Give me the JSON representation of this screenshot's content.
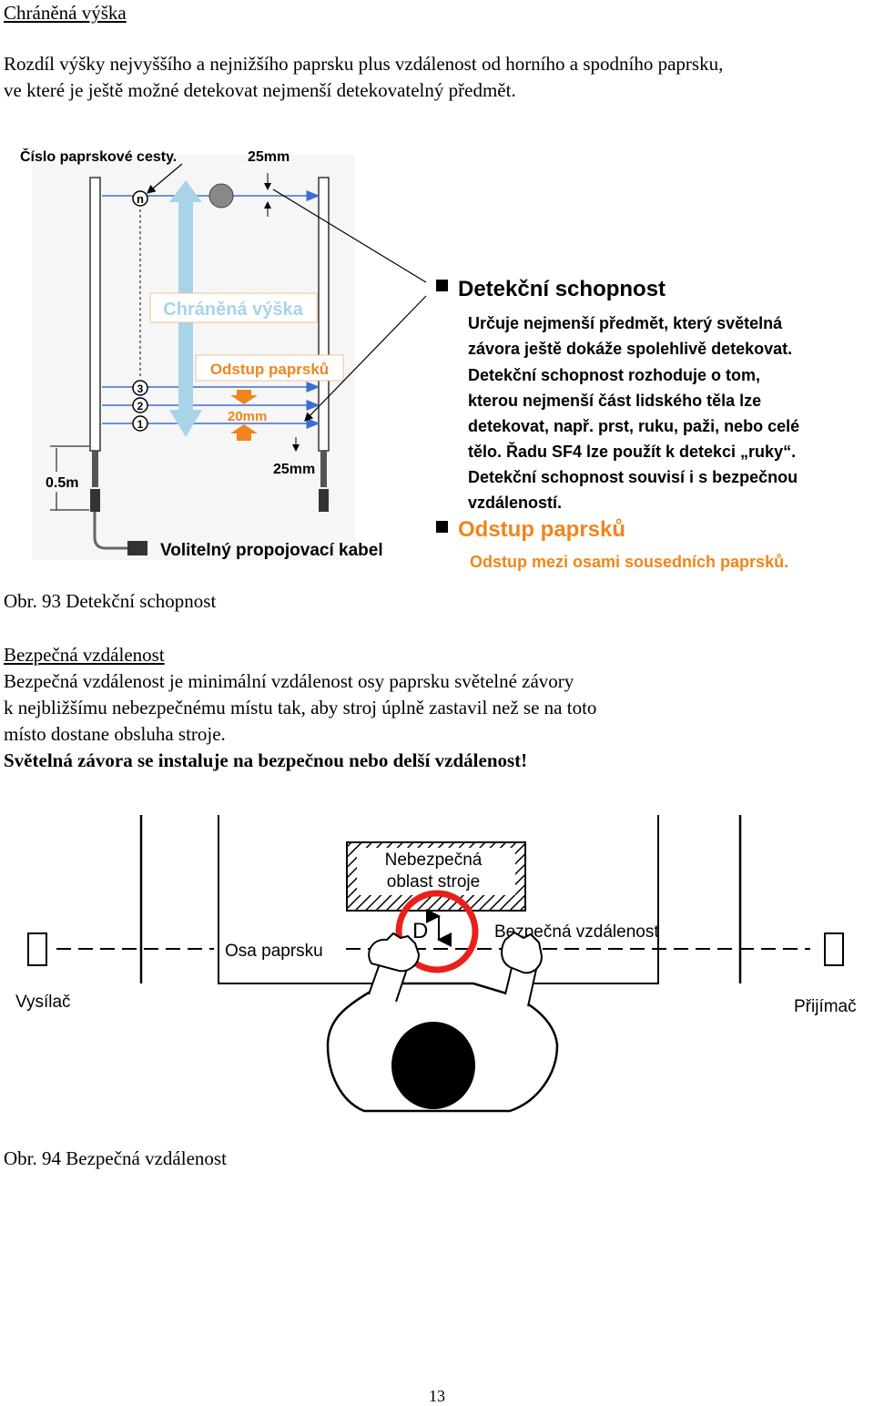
{
  "section1": {
    "heading": "Chráněná výška",
    "text_line1": "Rozdíl výšky nejvyššího a nejnižšího paprsku plus vzdálenost od horního a spodního paprsku,",
    "text_line2": "ve které je ještě možné detekovat nejmenší detekovatelný předmět."
  },
  "figure93": {
    "label_path_number": "Číslo paprskové cesty.",
    "label_25mm_top": "25mm",
    "label_n": "n",
    "label_protected_height": "Chráněná výška",
    "label_beam_pitch": "Odstup paprsků",
    "label_20mm": "20mm",
    "label_3": "3",
    "label_2": "2",
    "label_1": "1",
    "label_05m": "0.5m",
    "label_25mm_bottom": "25mm",
    "label_cable": "Volitelný propojovací kabel",
    "detect_heading": "Detekční schopnost",
    "detect_lines": [
      "Určuje nejmenší předmět, který světelná",
      "závora ještě dokáže spolehlivě detekovat.",
      "Detekční schopnost rozhoduje o tom,",
      "kterou nejmenší část lidského těla lze",
      "detekovat, např. prst, ruku, paži, nebo celé",
      "tělo. Řadu SF4 lze použít k detekci „ruky“.",
      "Detekční schopnost souvisí i s bezpečnou",
      "vzdáleností."
    ],
    "pitch_heading": "Odstup paprsků",
    "pitch_text": "Odstup mezi osami sousedních paprsků.",
    "caption": "Obr. 93 Detekční schopnost",
    "colors": {
      "accent_orange": "#f0851c",
      "beam_blue": "#3b6fd0",
      "arrow_lightblue": "#a8d4e8"
    }
  },
  "section2": {
    "heading": "Bezpečná vzdálenost",
    "line1": "Bezpečná vzdálenost je minimální vzdálenost osy paprsku světelné závory",
    "line2": "k nejbližšímu nebezpečnému místu tak, aby stroj úplně zastavil než se na toto",
    "line3": "místo dostane obsluha stroje.",
    "bold_line": "Světelná závora se instaluje na bezpečnou nebo delší vzdálenost!"
  },
  "figure94": {
    "danger_line1": "Nebezpečná",
    "danger_line2": "oblast stroje",
    "label_d": "D",
    "label_safe_distance": "Bezpečná vzdálenost",
    "label_beam_axis": "Osa paprsku",
    "label_emitter": "Vysílač",
    "label_receiver": "Přijímač",
    "caption": "Obr. 94  Bezpečná vzdálenost",
    "colors": {
      "circle_red": "#e8201c"
    }
  },
  "footer": {
    "page_number": "13"
  }
}
